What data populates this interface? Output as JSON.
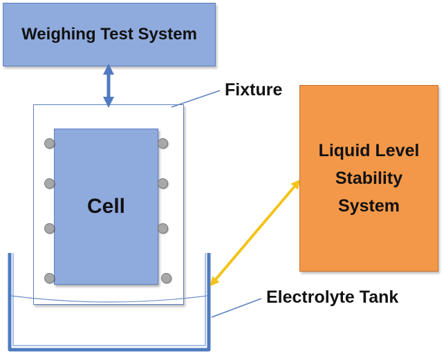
{
  "weighing_system": {
    "label": "Weighing Test System"
  },
  "fixture": {
    "label": "Fixture"
  },
  "cell": {
    "label": "Cell"
  },
  "liquid_level_system": {
    "label": "Liquid Level\nStability\nSystem"
  },
  "electrolyte_tank": {
    "label": "Electrolyte Tank"
  },
  "colors": {
    "blue_box": "#8faadc",
    "blue_border": "#5b7fc0",
    "orange_box": "#f39849",
    "yellow_arrow": "#f2c31a",
    "pin": "#a8a8a8"
  }
}
